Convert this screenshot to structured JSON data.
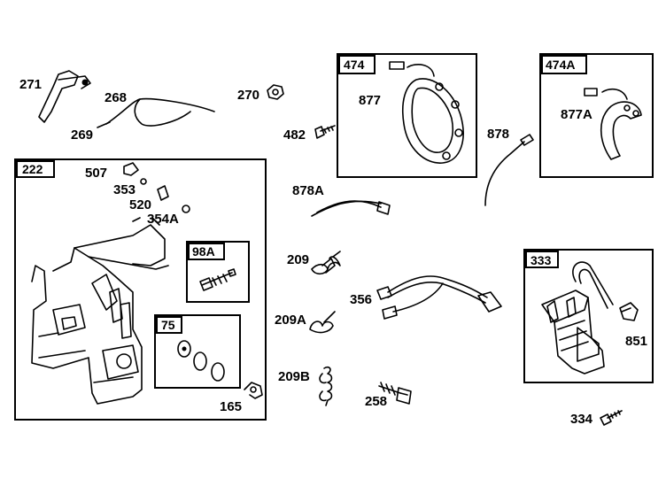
{
  "labels": {
    "p271": "271",
    "p268": "268",
    "p269": "269",
    "p270": "270",
    "p482": "482",
    "p877": "877",
    "p878": "878",
    "p877a": "877A",
    "p507": "507",
    "p353": "353",
    "p520": "520",
    "p354a": "354A",
    "p878a": "878A",
    "p209": "209",
    "p356": "356",
    "p209a": "209A",
    "p209b": "209B",
    "p258": "258",
    "p165": "165",
    "p851": "851",
    "p334": "334"
  },
  "boxes": {
    "b474": "474",
    "b474a": "474A",
    "b222": "222",
    "b98a": "98A",
    "b75": "75",
    "b333": "333"
  }
}
